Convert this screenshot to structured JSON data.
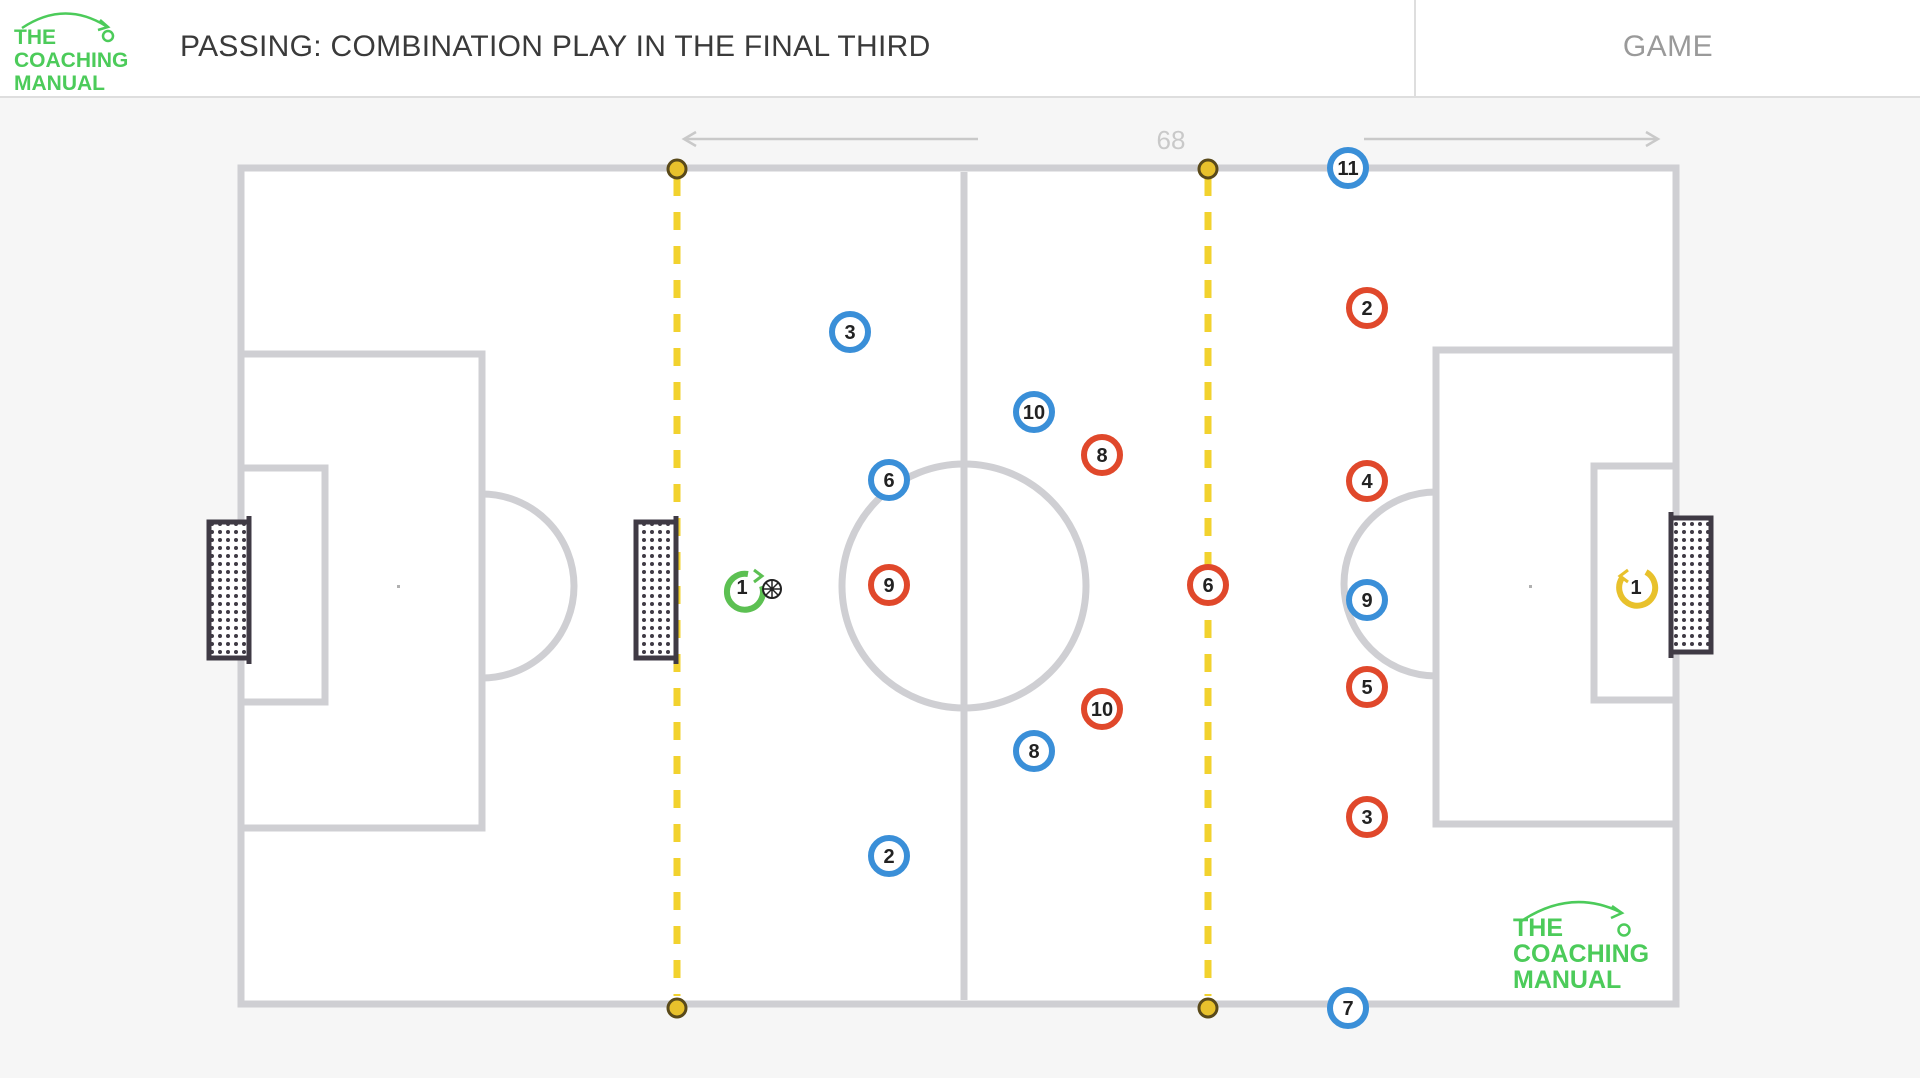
{
  "header": {
    "logo_lines": [
      "THE",
      "COACHING",
      "MANUAL"
    ],
    "title": "PASSING: COMBINATION PLAY IN THE FINAL THIRD",
    "tag": "GAME"
  },
  "measurement": {
    "label": "68"
  },
  "colors": {
    "blue": "#3a8fd8",
    "red": "#e0482b",
    "green": "#5cc052",
    "gold": "#e8c12c",
    "lines": "#cfcfd3",
    "dashes": "#f2d22e",
    "logo_green": "#4ccb5a"
  },
  "watermark": {
    "lines": [
      "THE",
      "COACHING",
      "MANUAL"
    ]
  },
  "players": [
    {
      "team": "blue",
      "number": "11"
    },
    {
      "team": "blue",
      "number": "3"
    },
    {
      "team": "blue",
      "number": "10"
    },
    {
      "team": "blue",
      "number": "6"
    },
    {
      "team": "blue",
      "number": "9"
    },
    {
      "team": "blue",
      "number": "8"
    },
    {
      "team": "blue",
      "number": "2"
    },
    {
      "team": "blue",
      "number": "7"
    },
    {
      "team": "red",
      "number": "2"
    },
    {
      "team": "red",
      "number": "8"
    },
    {
      "team": "red",
      "number": "4"
    },
    {
      "team": "red",
      "number": "9"
    },
    {
      "team": "red",
      "number": "6"
    },
    {
      "team": "red",
      "number": "5"
    },
    {
      "team": "red",
      "number": "10"
    },
    {
      "team": "red",
      "number": "3"
    }
  ],
  "goalkeepers": [
    {
      "team": "green",
      "number": "1"
    },
    {
      "team": "gold",
      "number": "1"
    }
  ]
}
